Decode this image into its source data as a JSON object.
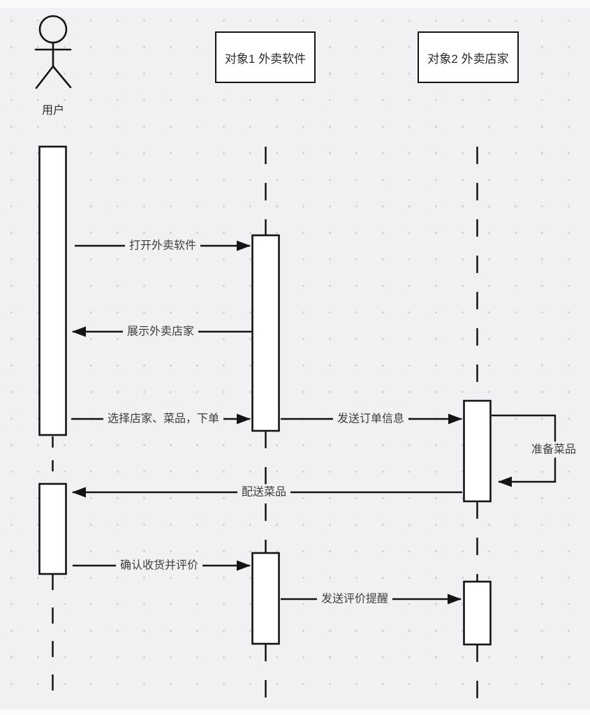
{
  "diagram": {
    "type": "uml-sequence",
    "participants": [
      {
        "id": "user",
        "kind": "actor",
        "label": "用户"
      },
      {
        "id": "app",
        "kind": "object",
        "label": "对象1 外卖软件"
      },
      {
        "id": "shop",
        "kind": "object",
        "label": "对象2 外卖店家"
      }
    ],
    "messages": [
      {
        "label": "打开外卖软件",
        "from": "user",
        "to": "app",
        "direction": "right"
      },
      {
        "label": "展示外卖店家",
        "from": "app",
        "to": "user",
        "direction": "left"
      },
      {
        "label": "选择店家、菜品，下单",
        "from": "user",
        "to": "app",
        "direction": "right"
      },
      {
        "label": "发送订单信息",
        "from": "app",
        "to": "shop",
        "direction": "right"
      },
      {
        "label": "准备菜品",
        "from": "shop",
        "to": "shop",
        "direction": "self"
      },
      {
        "label": "配送菜品",
        "from": "shop",
        "to": "user",
        "direction": "left"
      },
      {
        "label": "确认收货并评价",
        "from": "user",
        "to": "app",
        "direction": "right"
      },
      {
        "label": "发送评价提醒",
        "from": "app",
        "to": "shop",
        "direction": "right"
      }
    ],
    "colors": {
      "line": "#141414",
      "canvas_background": "#f1f1f4",
      "grid_dot": "#d5d5da",
      "shape_fill": "#ffffff",
      "text": "#3d3d3d"
    }
  }
}
